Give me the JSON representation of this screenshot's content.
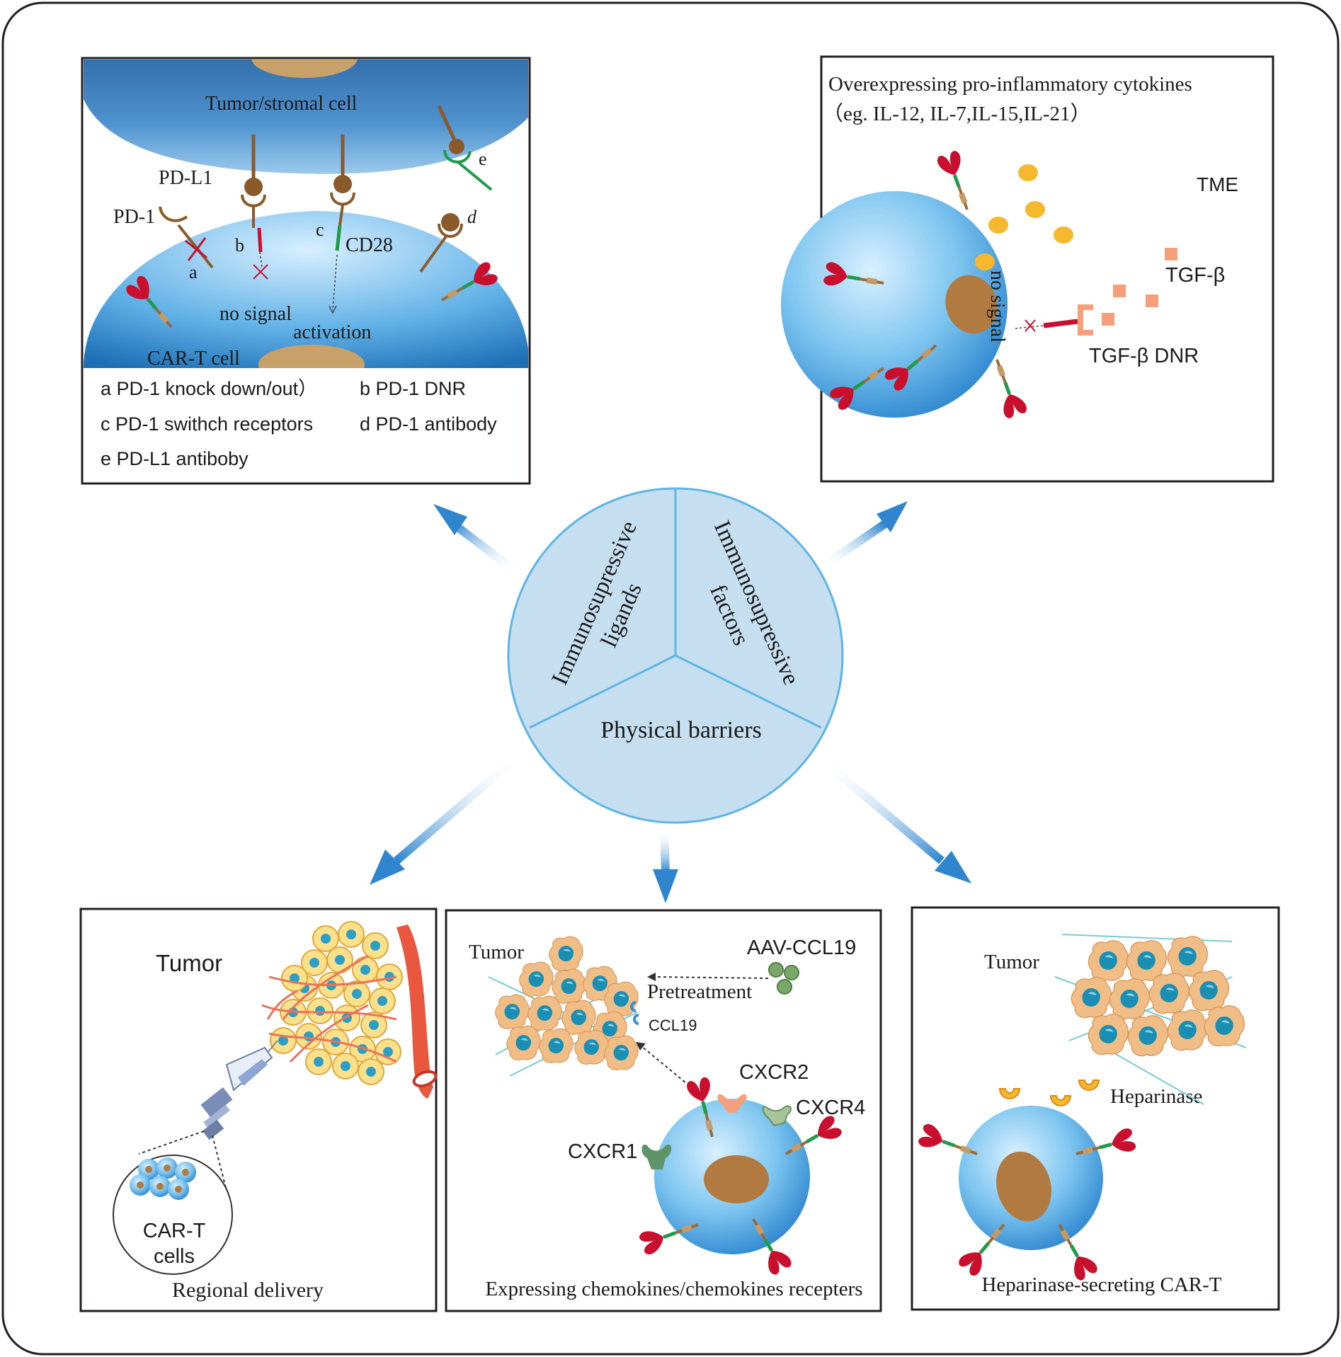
{
  "center": {
    "ligands": "Immunosupressive ligands",
    "ligands_l1": "Immunosupressive",
    "ligands_l2": "ligands",
    "factors": "Immunosupressive factors",
    "factors_l1": "Immunosupressive",
    "factors_l2": "factors",
    "physical": "Physical barriers"
  },
  "panel_pd1": {
    "tumor_cell": "Tumor/stromal cell",
    "pdl1": "PD-L1",
    "pd1": "PD-1",
    "cd28": "CD28",
    "no_signal": "no signal",
    "activation": "activation",
    "cart_cell": "CAR-T cell",
    "marker_a": "a",
    "marker_b": "b",
    "marker_c": "c",
    "marker_d": "d",
    "marker_e": "e",
    "legend_a": "a PD-1 knock down/out）",
    "legend_b": "b PD-1 DNR",
    "legend_c": "c PD-1 swithch receptors",
    "legend_d": "d PD-1 antibody",
    "legend_e": "e PD-L1 antiboby"
  },
  "panel_cytokine": {
    "title_l1": "Overexpressing  pro-inflammatory cytokines",
    "title_l2": "（eg. IL-12, IL-7,IL-15,IL-21）",
    "tme": "TME",
    "tgfb": "TGF-β",
    "no_signal": "no signal",
    "dnr": "TGF-β DNR"
  },
  "panel_regional": {
    "tumor": "Tumor",
    "cart_l1": "CAR-T",
    "cart_l2": "cells",
    "caption": "Regional delivery"
  },
  "panel_chemokine": {
    "tumor": "Tumor",
    "aav": "AAV-CCL19",
    "pretreatment": "Pretreatment",
    "ccl19": "CCL19",
    "cxcr2": "CXCR2",
    "cxcr4": "CXCR4",
    "cxcr1": "CXCR1",
    "caption": "Expressing chemokines/chemokines  recepters"
  },
  "panel_heparinase": {
    "tumor": "Tumor",
    "heparinase": "Heparinase",
    "caption": "Heparinase-secreting CAR-T"
  },
  "colors": {
    "cell_blue": "#4a9fd8",
    "tumor_blue": "#3a78b5",
    "nucleus": "#b07a40",
    "receptor_red": "#c8102e",
    "arrow_blue": "#3a8fd0",
    "cytokine_yellow": "#f5b82e",
    "tgf_orange": "#f5a07a"
  }
}
